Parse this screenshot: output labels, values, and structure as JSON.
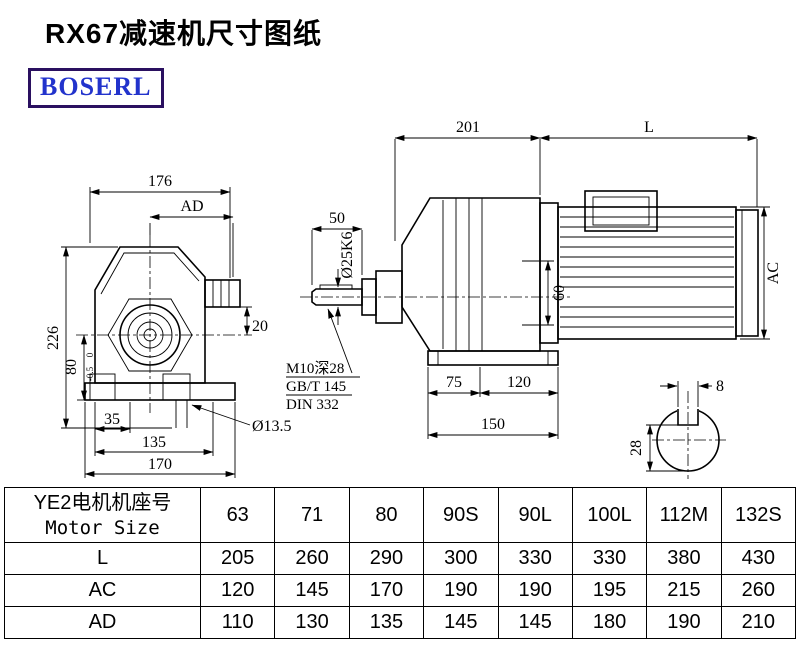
{
  "page": {
    "title": "RX67减速机尺寸图纸",
    "brand": "BOSERL"
  },
  "front_view": {
    "width_top": "176",
    "dim_ad": "AD",
    "height": "226",
    "dim_80": "80",
    "tol_upper": "0",
    "tol_lower": "-0.5",
    "dim_35": "35",
    "dim_135": "135",
    "dim_170": "170",
    "dim_20": "20",
    "hole_dia": "Ø13.5"
  },
  "side_view": {
    "dim_201": "201",
    "dim_l": "L",
    "dim_50": "50",
    "shaft_dia": "Ø25K6",
    "dim_60": "60",
    "dim_ac": "AC",
    "note_tap": "M10深28",
    "note_gb": "GB/T 145",
    "note_din": "DIN 332",
    "dim_75": "75",
    "dim_120": "120",
    "dim_150": "150"
  },
  "section_view": {
    "key_width": "8",
    "key_depth": "28"
  },
  "table": {
    "header": {
      "label_cn": "YE2电机机座号",
      "label_en": "Motor Size",
      "sizes": [
        "63",
        "71",
        "80",
        "90S",
        "90L",
        "100L",
        "112M",
        "132S"
      ]
    },
    "rows": [
      {
        "label": "L",
        "values": [
          "205",
          "260",
          "290",
          "300",
          "330",
          "330",
          "380",
          "430"
        ]
      },
      {
        "label": "AC",
        "values": [
          "120",
          "145",
          "170",
          "190",
          "190",
          "195",
          "215",
          "260"
        ]
      },
      {
        "label": "AD",
        "values": [
          "110",
          "130",
          "135",
          "145",
          "145",
          "180",
          "190",
          "210"
        ]
      }
    ]
  }
}
